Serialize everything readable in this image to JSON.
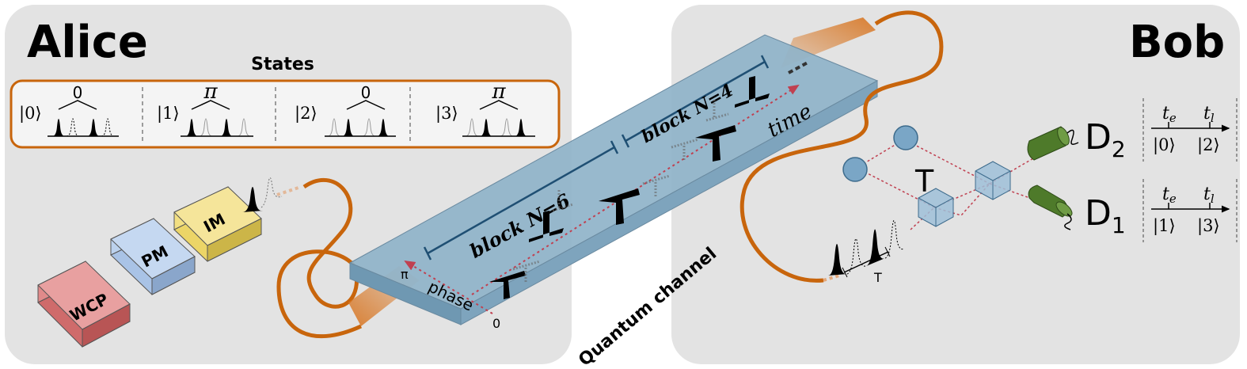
{
  "alice": {
    "title": "Alice",
    "states_title": "States",
    "states": [
      {
        "ket": "|0⟩",
        "phase": "0"
      },
      {
        "ket": "|1⟩",
        "phase": "π"
      },
      {
        "ket": "|2⟩",
        "phase": "0"
      },
      {
        "ket": "|3⟩",
        "phase": "π"
      }
    ],
    "devices": {
      "wcp": "WCP",
      "pm": "PM",
      "im": "IM"
    }
  },
  "bob": {
    "title": "Bob",
    "delay_label": "T",
    "pulse_spacing_label": "T",
    "detectors": [
      {
        "name": "D",
        "sub": "2",
        "te": "t",
        "te_sub": "e",
        "tl": "t",
        "tl_sub": "l",
        "ket_early": "|0⟩",
        "ket_late": "|2⟩"
      },
      {
        "name": "D",
        "sub": "1",
        "te": "t",
        "te_sub": "e",
        "tl": "t",
        "tl_sub": "l",
        "ket_early": "|1⟩",
        "ket_late": "|3⟩"
      }
    ]
  },
  "channel": {
    "label": "Quantum channel",
    "block6": "block N=6",
    "block4": "block N=4",
    "time_label": "time",
    "phase_label": "phase",
    "phase_pi": "π",
    "phase_zero": "0"
  },
  "colors": {
    "panel": "#e3e3e3",
    "fiber": "#c8650c",
    "plate": "#8fb3c9",
    "wcp": "#cf6b6b",
    "pm": "#a9c3e6",
    "im": "#ecd567",
    "detector": "#4e7a2a",
    "optic": "#7aa6c6"
  }
}
